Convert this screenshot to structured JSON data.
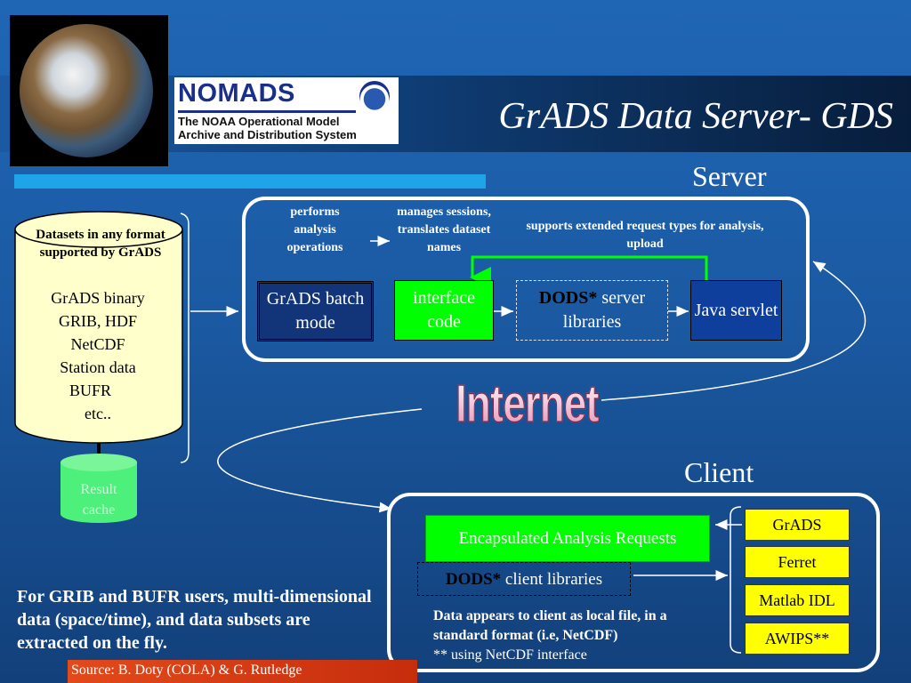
{
  "header": {
    "title": "GrADS Data Server- GDS",
    "nomads_logo": {
      "name": "NOMADS",
      "subtitle_line1": "The NOAA Operational Model",
      "subtitle_line2": "Archive and Distribution System"
    }
  },
  "server": {
    "label": "Server",
    "notes": {
      "performs": "performs analysis operations",
      "manages": "manages sessions, translates dataset names",
      "supports": "supports extended request types for analysis, upload"
    },
    "boxes": {
      "grads": "GrADS batch mode",
      "interface": "interface code",
      "dods_bold": "DODS*",
      "dods_rest": " server libraries",
      "java": "Java servlet"
    }
  },
  "datasets": {
    "heading": "Datasets in any format supported by GrADS",
    "formats": [
      "GrADS binary",
      "GRIB, HDF",
      "NetCDF",
      "Station data",
      "BUFR",
      "etc.."
    ]
  },
  "result_cache": "Result cache",
  "internet_label": "Internet",
  "client": {
    "label": "Client",
    "encapsulated": "Encapsulated Analysis Requests",
    "dods_bold": "DODS*",
    "dods_rest": " client libraries",
    "data_note": "Data appears to client as local file, in a standard format (i.e, NetCDF)",
    "footnote": "** using NetCDF interface",
    "apps": [
      "GrADS",
      "Ferret",
      "Matlab IDL",
      "AWIPS**"
    ]
  },
  "bottom_text": "For GRIB and BUFR users, multi-dimensional data (space/time), and data subsets are extracted on the fly.",
  "source": "Source: B. Doty (COLA) & G. Rutledge",
  "colors": {
    "background": "#1b5aa3",
    "green_box": "#00ff00",
    "cylinder_fill": "#ffffcc",
    "app_box": "#ffff00",
    "source_bar": "#e24a1c",
    "accent_bar": "#1fa4ea"
  }
}
